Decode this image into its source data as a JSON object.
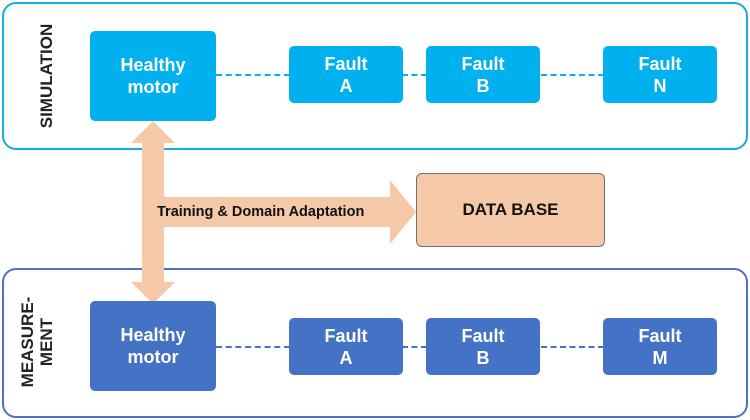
{
  "simulation": {
    "label": "SIMULATION",
    "healthy": {
      "line1": "Healthy",
      "line2": "motor"
    },
    "faults": [
      {
        "line1": "Fault",
        "line2": "A"
      },
      {
        "line1": "Fault",
        "line2": "B"
      },
      {
        "line1": "Fault",
        "line2": "N"
      }
    ]
  },
  "measurement": {
    "label_line1": "MEASURE-",
    "label_line2": "MENT",
    "healthy": {
      "line1": "Healthy",
      "line2": "motor"
    },
    "faults": [
      {
        "line1": "Fault",
        "line2": "A"
      },
      {
        "line1": "Fault",
        "line2": "B"
      },
      {
        "line1": "Fault",
        "line2": "M"
      }
    ]
  },
  "arrow_label": "Training & Domain Adaptation",
  "database": {
    "label": "DATA BASE"
  },
  "colors": {
    "simulation": "#00b0ef",
    "measurement": "#4472c4",
    "arrow": "#f5c9a8",
    "database": "#f5c9a8"
  }
}
